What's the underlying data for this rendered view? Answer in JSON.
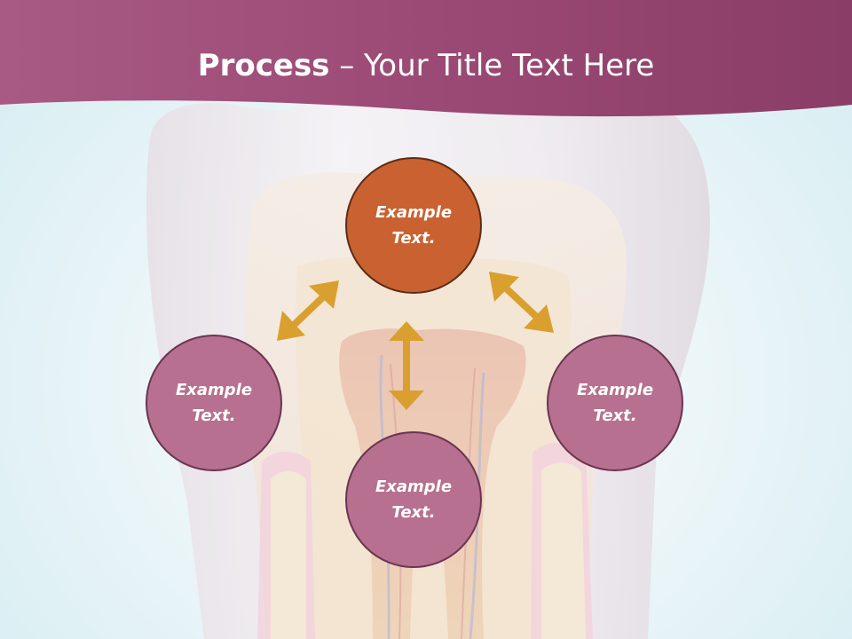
{
  "title": {
    "bold": "Process",
    "rest": " – Your Title Text Here"
  },
  "nodes": [
    {
      "id": "top",
      "label": "Example Text."
    },
    {
      "id": "left",
      "label": "Example Text."
    },
    {
      "id": "bottom",
      "label": "Example Text."
    },
    {
      "id": "right",
      "label": "Example Text."
    }
  ],
  "colors": {
    "title_band": "#9a4a72",
    "node_fill": "#b7708f",
    "node_highlight": "#c96230",
    "arrow": "#d9a030"
  }
}
